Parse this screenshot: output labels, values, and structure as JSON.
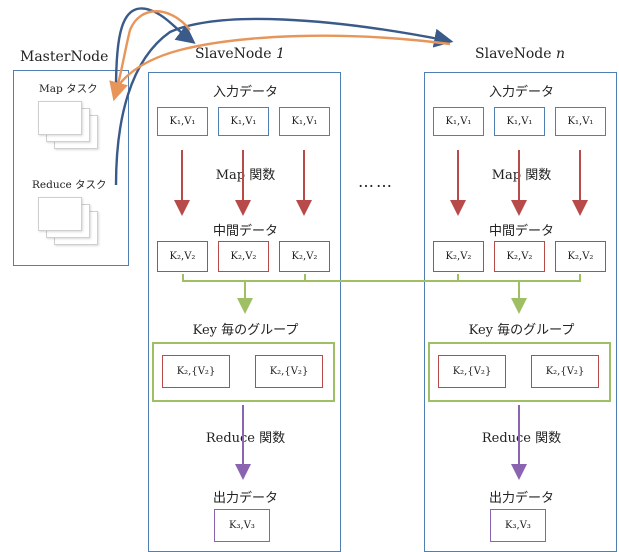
{
  "master": {
    "title": "MasterNode",
    "map_task": "Map タスク",
    "reduce_task": "Reduce タスク"
  },
  "slaves": [
    {
      "title_prefix": "SlaveNode ",
      "title_index": "1",
      "input_label": "入力データ",
      "input_pairs": [
        "K₁,V₁",
        "K₁,V₁",
        "K₁,V₁"
      ],
      "map_label": "Map 関数",
      "mid_label": "中間データ",
      "mid_pairs": [
        "K₂,V₂",
        "K₂,V₂",
        "K₂,V₂"
      ],
      "group_label": "Key 毎のグループ",
      "group_pairs": [
        "K₂,{V₂}",
        "K₂,{V₂}"
      ],
      "reduce_label": "Reduce 関数",
      "output_label": "出力データ",
      "output_pair": "K₃,V₃"
    },
    {
      "title_prefix": "SlaveNode ",
      "title_index": "n",
      "input_label": "入力データ",
      "input_pairs": [
        "K₁,V₁",
        "K₁,V₁",
        "K₁,V₁"
      ],
      "map_label": "Map 関数",
      "mid_label": "中間データ",
      "mid_pairs": [
        "K₂,V₂",
        "K₂,V₂",
        "K₂,V₂"
      ],
      "group_label": "Key 毎のグループ",
      "group_pairs": [
        "K₂,{V₂}",
        "K₂,{V₂}"
      ],
      "reduce_label": "Reduce 関数",
      "output_label": "出力データ",
      "output_pair": "K₃,V₃"
    }
  ],
  "ellipsis": "……",
  "colors": {
    "node_border": "#4f7fb3",
    "red_arrow": "#b84a4a",
    "green_arrow": "#9fbf64",
    "purple_arrow": "#8a64b0",
    "orange_arrow": "#e8955a",
    "navy_arrow": "#3a5a8a"
  }
}
